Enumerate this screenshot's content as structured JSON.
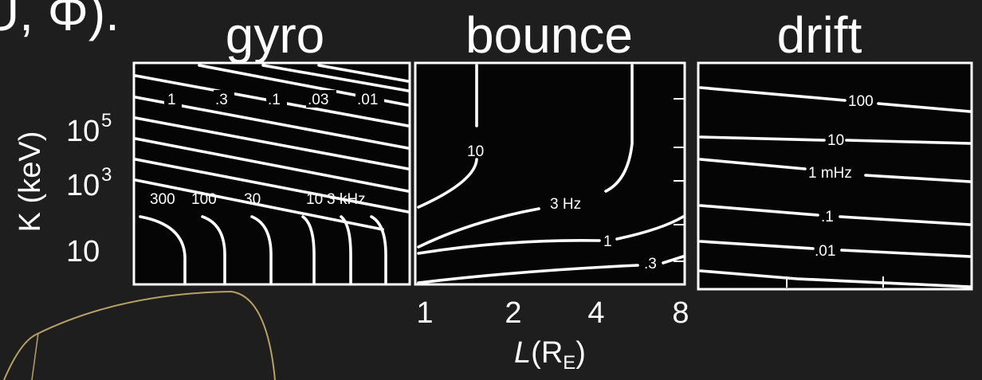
{
  "top_fragment": "U, Φ).",
  "panels": [
    {
      "title": "gyro",
      "contour_labels": [
        "1",
        ".3",
        ".1",
        ".03",
        ".01",
        "300",
        "100",
        "30",
        "10",
        "3 kHz"
      ]
    },
    {
      "title": "bounce",
      "contour_labels": [
        "10",
        "3 Hz",
        "1",
        ".3"
      ]
    },
    {
      "title": "drift",
      "contour_labels": [
        "100",
        "10",
        "1 mHz",
        ".1",
        ".01"
      ]
    }
  ],
  "y_axis": {
    "label": "K (keV)",
    "ticks": [
      {
        "base": "10",
        "exp": "5"
      },
      {
        "base": "10",
        "exp": "3"
      },
      {
        "base": "10",
        "exp": ""
      }
    ]
  },
  "x_axis": {
    "label_main": "L",
    "label_paren_open": "(R",
    "label_sub": "E",
    "label_paren_close": ")",
    "ticks": [
      "1",
      "2",
      "4",
      "8"
    ]
  },
  "colors": {
    "background": "#1e1e1e",
    "panel": "#050505",
    "ink": "#ffffff",
    "accent_curve": "#b8a165"
  }
}
